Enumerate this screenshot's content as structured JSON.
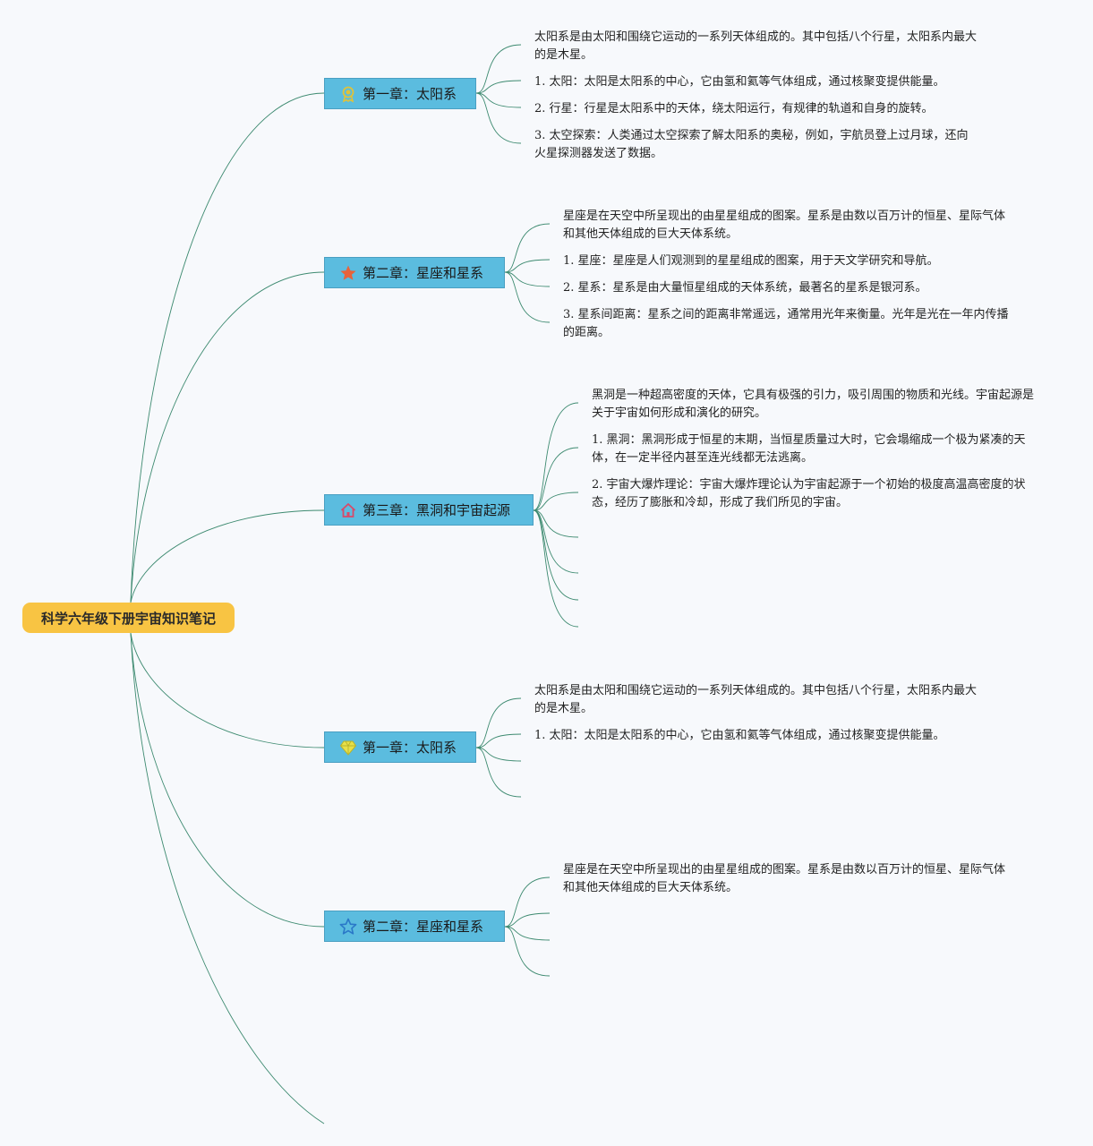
{
  "root": {
    "label": "科学六年级下册宇宙知识笔记"
  },
  "branches": [
    {
      "label": "第一章：太阳系",
      "icon": "award-ribbon-icon",
      "leaves": [
        "太阳系是由太阳和围绕它运动的一系列天体组成的。其中包括八个行星，太阳系内最大的是木星。",
        "1. 太阳：太阳是太阳系的中心，它由氢和氦等气体组成，通过核聚变提供能量。",
        "2. 行星：行星是太阳系中的天体，绕太阳运行，有规律的轨道和自身的旋转。",
        "3. 太空探索：人类通过太空探索了解太阳系的奥秘，例如，宇航员登上过月球，还向火星探测器发送了数据。"
      ]
    },
    {
      "label": "第二章：星座和星系",
      "icon": "star-filled-icon",
      "leaves": [
        "星座是在天空中所呈现出的由星星组成的图案。星系是由数以百万计的恒星、星际气体和其他天体组成的巨大天体系统。",
        "1. 星座：星座是人们观测到的星星组成的图案，用于天文学研究和导航。",
        "2. 星系：星系是由大量恒星组成的天体系统，最著名的星系是银河系。",
        "3. 星系间距离：星系之间的距离非常遥远，通常用光年来衡量。光年是光在一年内传播的距离。"
      ]
    },
    {
      "label": "第三章：黑洞和宇宙起源",
      "icon": "house-icon",
      "leaves": [
        "黑洞是一种超高密度的天体，它具有极强的引力，吸引周围的物质和光线。宇宙起源是关于宇宙如何形成和演化的研究。",
        "1. 黑洞：黑洞形成于恒星的末期，当恒星质量过大时，它会塌缩成一个极为紧凑的天体，在一定半径内甚至连光线都无法逃离。",
        "2. 宇宙大爆炸理论：宇宙大爆炸理论认为宇宙起源于一个初始的极度高温高密度的状态，经历了膨胀和冷却，形成了我们所见的宇宙。"
      ]
    },
    {
      "label": "第一章：太阳系",
      "icon": "diamond-gem-icon",
      "leaves": [
        "太阳系是由太阳和围绕它运动的一系列天体组成的。其中包括八个行星，太阳系内最大的是木星。",
        "1. 太阳：太阳是太阳系的中心，它由氢和氦等气体组成，通过核聚变提供能量。"
      ]
    },
    {
      "label": "第二章：星座和星系",
      "icon": "star-outline-icon",
      "leaves": [
        "星座是在天空中所呈现出的由星星组成的图案。星系是由数以百万计的恒星、星际气体和其他天体组成的巨大天体系统。"
      ]
    }
  ],
  "colors": {
    "root_fill": "#f8c443",
    "branch_fill": "#5bbcdf",
    "edge": "#3d8a70"
  }
}
